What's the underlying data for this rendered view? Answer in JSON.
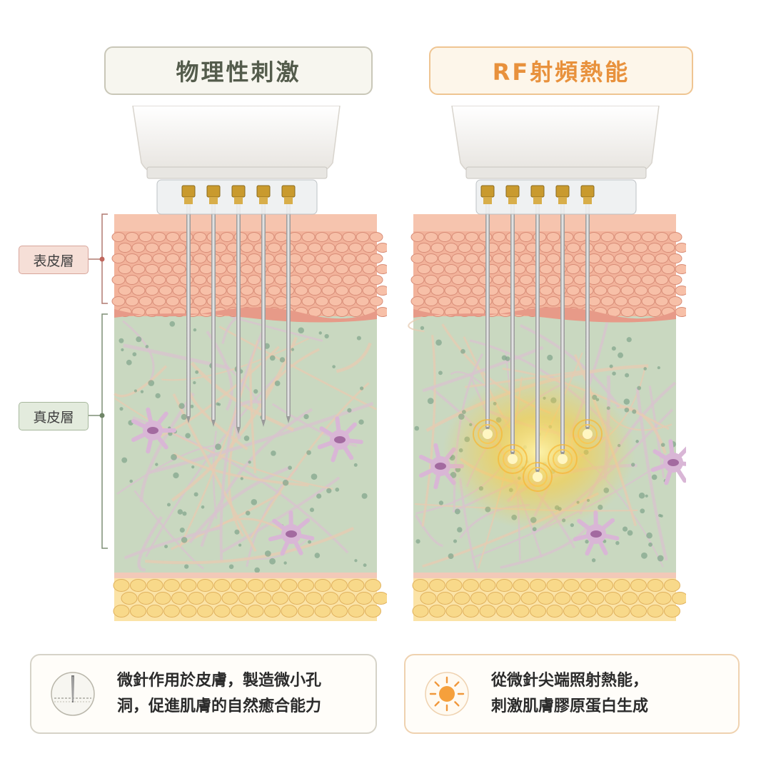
{
  "titles": {
    "left": "物理性刺激",
    "right": "RF射頻熱能"
  },
  "layers": {
    "epidermis": "表皮層",
    "dermis": "真皮層"
  },
  "captions": {
    "left_line1": "微針作用於皮膚，製造微小孔",
    "left_line2": "洞，促進肌膚的自然癒合能力",
    "right_line1": "從微針尖端照射熱能，",
    "right_line2": "刺激肌膚膠原蛋白生成"
  },
  "icons": {
    "left": "needle-in-skin-icon",
    "right": "sun-heat-icon"
  },
  "colors": {
    "epidermis": "#f2b29a",
    "dermis": "#c9d8c0",
    "fat": "#f8d98a",
    "heat": "#ffcc33",
    "fibroblast": "#d9b6d6"
  }
}
